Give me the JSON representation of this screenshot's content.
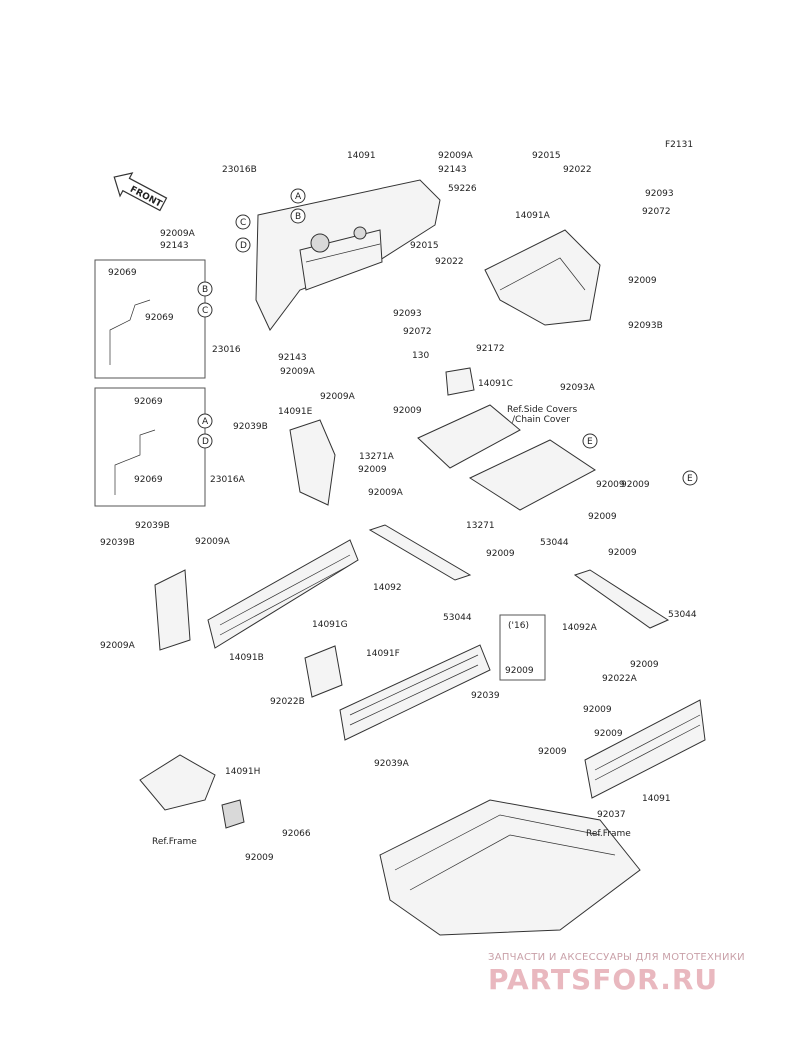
{
  "figure_code": "F2131",
  "front_label": "FRONT",
  "ref_side_covers": "Ref.Side Covers\n/Chain Cover",
  "ref_frame_left": "Ref.Frame",
  "ref_frame_right": "Ref.Frame",
  "inset_year": "('16)",
  "inset_part": "92009",
  "callouts": [
    "A",
    "B",
    "C",
    "D",
    "E"
  ],
  "parts": [
    "23016B",
    "14091",
    "92009A",
    "92143",
    "59226",
    "92015",
    "92022",
    "92093",
    "92072",
    "14091A",
    "92009A",
    "92143",
    "92069",
    "92069",
    "23016",
    "92015",
    "92022",
    "92093",
    "92072",
    "92172",
    "92009",
    "92093B",
    "92143",
    "92009A",
    "130",
    "14091C",
    "92009",
    "92093A",
    "92069",
    "92069",
    "23016A",
    "92009",
    "92009A",
    "14091E",
    "92039B",
    "13271A",
    "92009",
    "92009A",
    "13271",
    "92009",
    "92009",
    "92039B",
    "92039B",
    "92009A",
    "14092",
    "92009",
    "53044",
    "92009",
    "53044",
    "14092A",
    "53044",
    "92009A",
    "14091B",
    "14091G",
    "14091F",
    "92039",
    "92009",
    "92022B",
    "92039A",
    "92009",
    "92022A",
    "92009",
    "92009",
    "14091",
    "14091H",
    "92037",
    "92066",
    "92009",
    "Ref.Frame"
  ],
  "watermark": {
    "subtitle": "ЗАПЧАСТИ И АКСЕССУАРЫ ДЛЯ МОТОТЕХНИКИ",
    "brand": "PARTSFOR.RU"
  }
}
